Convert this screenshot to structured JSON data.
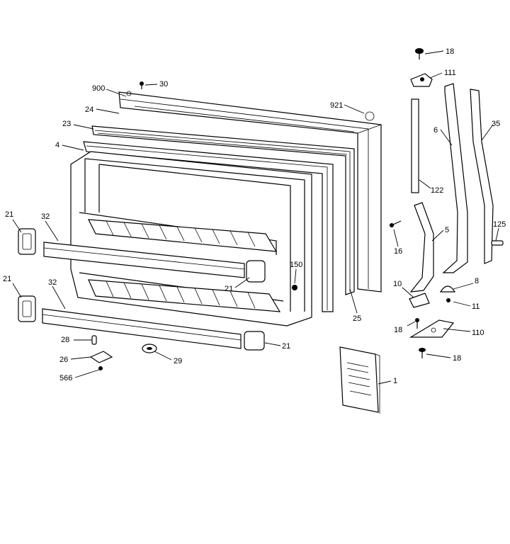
{
  "callouts": [
    {
      "id": "c-18-top",
      "text": "18"
    },
    {
      "id": "c-111",
      "text": "111"
    },
    {
      "id": "c-30",
      "text": "30"
    },
    {
      "id": "c-900",
      "text": "900"
    },
    {
      "id": "c-921",
      "text": "921"
    },
    {
      "id": "c-24",
      "text": "24"
    },
    {
      "id": "c-6",
      "text": "6"
    },
    {
      "id": "c-35",
      "text": "35"
    },
    {
      "id": "c-23",
      "text": "23"
    },
    {
      "id": "c-4",
      "text": "4"
    },
    {
      "id": "c-122",
      "text": "122"
    },
    {
      "id": "c-21-a",
      "text": "21"
    },
    {
      "id": "c-32-a",
      "text": "32"
    },
    {
      "id": "c-5",
      "text": "5"
    },
    {
      "id": "c-125",
      "text": "125"
    },
    {
      "id": "c-16",
      "text": "16"
    },
    {
      "id": "c-150",
      "text": "150"
    },
    {
      "id": "c-21-b",
      "text": "21"
    },
    {
      "id": "c-21-c",
      "text": "21"
    },
    {
      "id": "c-32-b",
      "text": "32"
    },
    {
      "id": "c-10",
      "text": "10"
    },
    {
      "id": "c-8",
      "text": "8"
    },
    {
      "id": "c-11",
      "text": "11"
    },
    {
      "id": "c-25",
      "text": "25"
    },
    {
      "id": "c-18-mid",
      "text": "18"
    },
    {
      "id": "c-110",
      "text": "110"
    },
    {
      "id": "c-28",
      "text": "28"
    },
    {
      "id": "c-21-d",
      "text": "21"
    },
    {
      "id": "c-26",
      "text": "26"
    },
    {
      "id": "c-29",
      "text": "29"
    },
    {
      "id": "c-18-low",
      "text": "18"
    },
    {
      "id": "c-566",
      "text": "566"
    },
    {
      "id": "c-1",
      "text": "1"
    }
  ]
}
